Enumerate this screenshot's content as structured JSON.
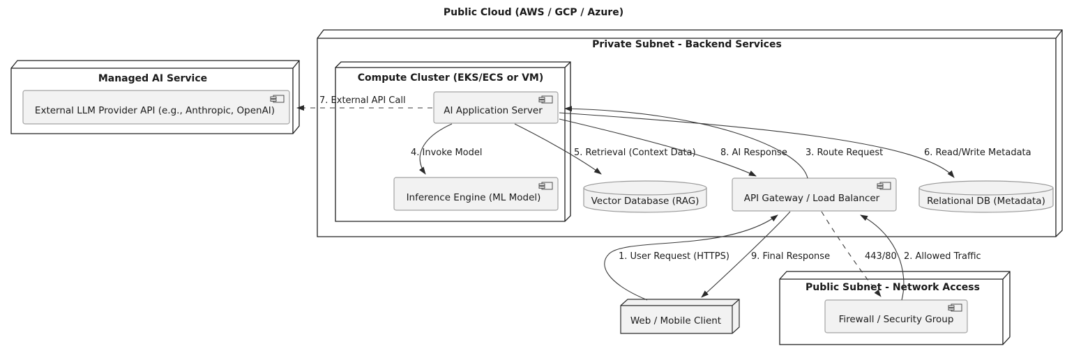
{
  "title": "Public Cloud (AWS / GCP / Azure)",
  "containers": {
    "private_subnet": "Private Subnet - Backend Services",
    "managed_ai": "Managed AI Service",
    "compute_cluster": "Compute Cluster (EKS/ECS or VM)",
    "public_subnet": "Public Subnet - Network Access"
  },
  "components": {
    "llm_api": "External LLM Provider API (e.g., Anthropic, OpenAI)",
    "ai_app_server": "AI Application Server",
    "inference_engine": "Inference Engine (ML Model)",
    "api_gateway": "API Gateway / Load Balancer",
    "firewall": "Firewall / Security Group"
  },
  "databases": {
    "vector_db": "Vector Database (RAG)",
    "relational_db": "Relational DB (Metadata)"
  },
  "nodes": {
    "client": "Web / Mobile Client"
  },
  "edges": {
    "user_request": "1. User Request (HTTPS)",
    "allowed_traffic": "2. Allowed Traffic",
    "route_request": "3. Route Request",
    "invoke_model": "4. Invoke Model",
    "retrieval": "5. Retrieval (Context Data)",
    "read_write_metadata": "6. Read/Write Metadata",
    "external_api_call": "7. External API Call",
    "ai_response": "8. AI Response",
    "final_response": "9. Final Response",
    "ports": "443/80"
  },
  "colors": {
    "background": "#ffffff",
    "node_stroke": "#1f1f1f",
    "component_fill": "#f2f2f2",
    "component_stroke": "#a3a3a3",
    "database_stroke": "#999999",
    "edge_stroke": "#383838",
    "text": "#1a1a1a"
  }
}
